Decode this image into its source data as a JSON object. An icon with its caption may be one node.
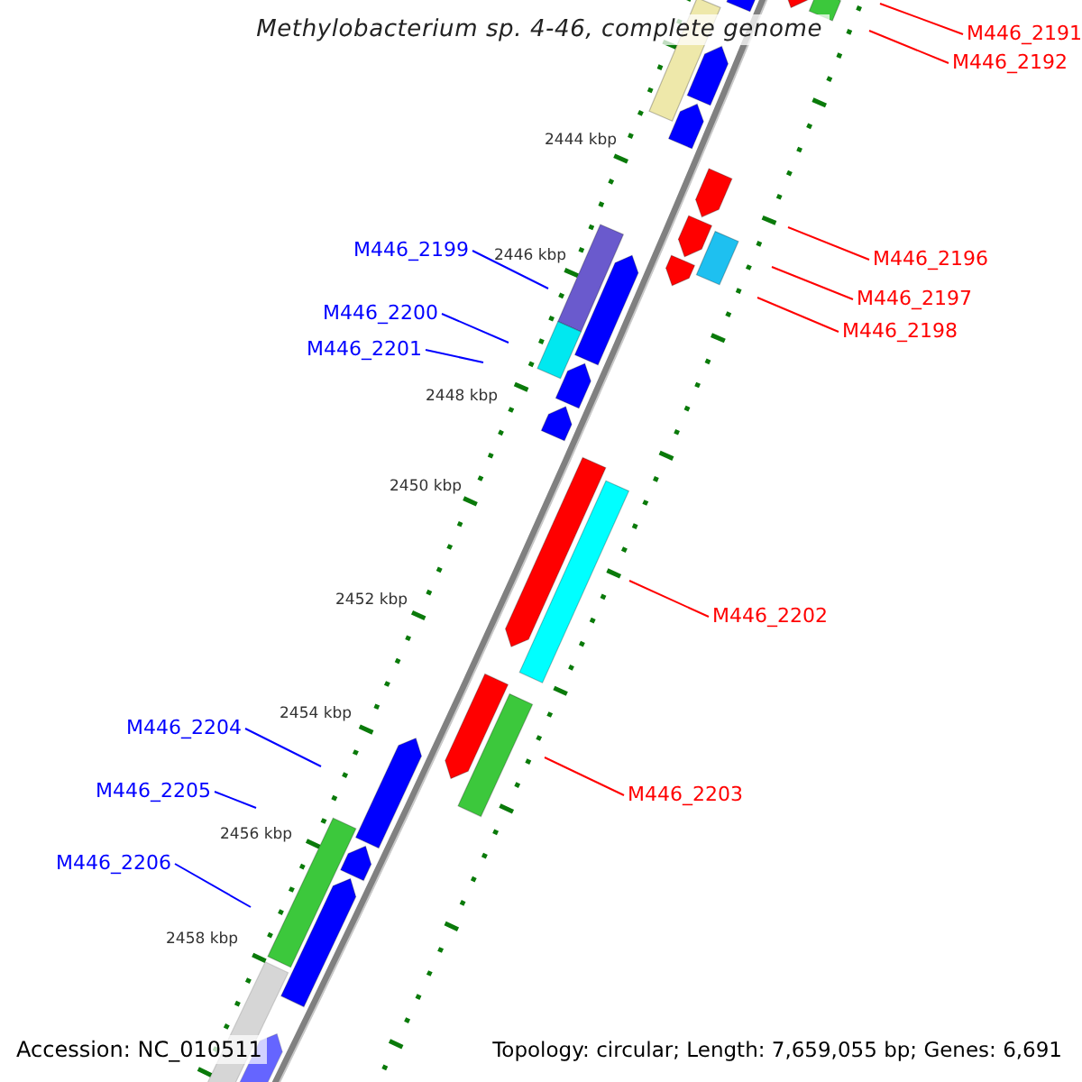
{
  "diagram": {
    "title": "Methylobacterium sp. 4-46, complete genome",
    "nodes": [
      {
        "text": [
          "M446_2191"
        ]
      },
      {
        "text": [
          "M446_2192"
        ]
      },
      {
        "text": [
          "M446_2199"
        ]
      },
      {
        "text": [
          "M446_2196"
        ]
      },
      {
        "text": [
          "M446_2197"
        ]
      },
      {
        "text": [
          "M446_2200"
        ]
      },
      {
        "text": [
          "M446_2198"
        ]
      },
      {
        "text": [
          "M446_2201"
        ]
      },
      {
        "text": [
          "M446_2202"
        ]
      },
      {
        "text": [
          "M446_2204"
        ]
      },
      {
        "text": [
          "M446_2205"
        ]
      },
      {
        "text": [
          "M446_2203"
        ]
      },
      {
        "text": [
          "M446_2206"
        ]
      }
    ],
    "edges": [
      {
        "from": 0,
        "to": null,
        "arrow": "none"
      },
      {
        "from": 1,
        "to": null,
        "arrow": "none"
      },
      {
        "from": 2,
        "to": null,
        "arrow": "none",
        "color": "#0000ff"
      },
      {
        "from": 3,
        "to": null,
        "arrow": "none"
      },
      {
        "from": 4,
        "to": null,
        "arrow": "none"
      },
      {
        "from": 5,
        "to": null,
        "arrow": "none",
        "color": "#0000ff"
      },
      {
        "from": 6,
        "to": null,
        "arrow": "none"
      },
      {
        "from": 7,
        "to": null,
        "arrow": "none",
        "color": "#0000ff"
      },
      {
        "from": 8,
        "to": null,
        "arrow": "none"
      },
      {
        "from": 9,
        "to": null,
        "arrow": "none",
        "color": "#0000ff"
      },
      {
        "from": 10,
        "to": null,
        "arrow": "none",
        "color": "#0000ff"
      },
      {
        "from": 11,
        "to": null,
        "arrow": "none"
      },
      {
        "from": 12,
        "to": null,
        "arrow": "none",
        "color": "#0000ff"
      }
    ],
    "labels": [
      "2444 kbp",
      "2446 kbp",
      "2448 kbp",
      "2450 kbp",
      "2452 kbp",
      "2454 kbp",
      "2456 kbp",
      "2458 kbp",
      "Accession: NC_010511",
      "Topology: circular; Length: 7,659,055 bp; Genes: 6,691"
    ]
  }
}
